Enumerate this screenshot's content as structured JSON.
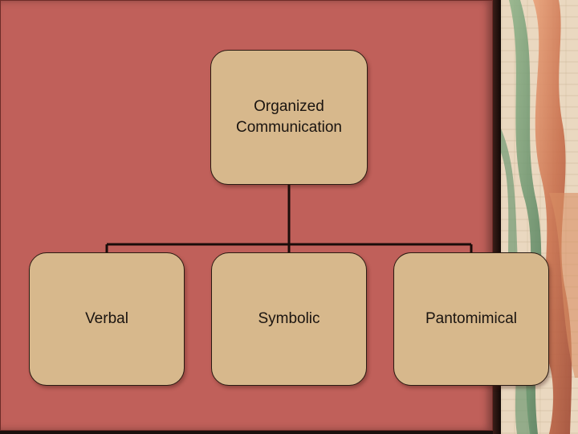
{
  "colors": {
    "panel": "#c0605a",
    "node_fill": "#d7b88c",
    "node_border": "#2a1a12",
    "connector": "#1a0d0a"
  },
  "diagram": {
    "root": {
      "label": "Organized\nCommunication"
    },
    "children": [
      {
        "label": "Verbal"
      },
      {
        "label": "Symbolic"
      },
      {
        "label": "Pantomimical"
      }
    ]
  },
  "decoration": {
    "icon": "patterned-ribbon-border"
  }
}
